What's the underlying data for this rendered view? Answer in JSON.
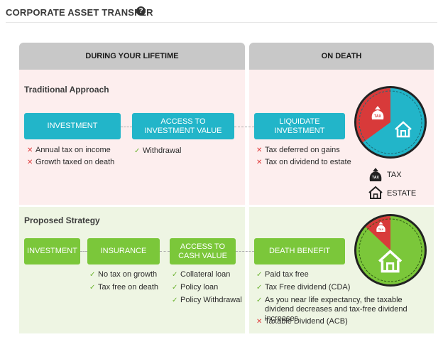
{
  "header": {
    "title": "CORPORATE ASSET TRANSFER",
    "help_glyph": "?"
  },
  "columns": {
    "lifetime": "DURING YOUR LIFETIME",
    "death": "ON DEATH"
  },
  "traditional": {
    "title": "Traditional Approach",
    "box_investment": "INVESTMENT",
    "box_access": "ACCESS TO INVESTMENT VALUE",
    "box_liquidate": "LIQUIDATE INVESTMENT",
    "investment_items": [
      "Annual tax on income",
      "Growth taxed on death"
    ],
    "access_items": [
      "Withdrawal"
    ],
    "liquidate_items": [
      "Tax deferred on gains",
      "Tax on dividend to estate"
    ]
  },
  "proposed": {
    "title": "Proposed Strategy",
    "box_investment": "INVESTMENT",
    "box_insurance": "INSURANCE",
    "box_access": "ACCESS TO CASH VALUE",
    "box_death": "DEATH BENEFIT",
    "insurance_items": [
      "No tax on growth",
      "Tax free on death"
    ],
    "access_items": [
      "Collateral loan",
      "Policy loan",
      "Policy Withdrawal"
    ],
    "death_items": [
      "Paid tax free",
      "Tax Free dividend (CDA)",
      "As you near life expectancy, the taxable dividend decreases and tax-free dividend increases",
      "Taxable Dividend (ACB)"
    ]
  },
  "legend": {
    "tax": "TAX",
    "estate": "ESTATE",
    "bag_label": "TAX"
  },
  "pies": {
    "traditional": {
      "tax_fraction": 0.35
    },
    "proposed": {
      "tax_fraction": 0.13
    }
  },
  "colors": {
    "teal": "#22b5c9",
    "green": "#7bc73a",
    "red": "#d83a3a",
    "x_mark": "#e03a3a",
    "check": "#6cb331"
  }
}
